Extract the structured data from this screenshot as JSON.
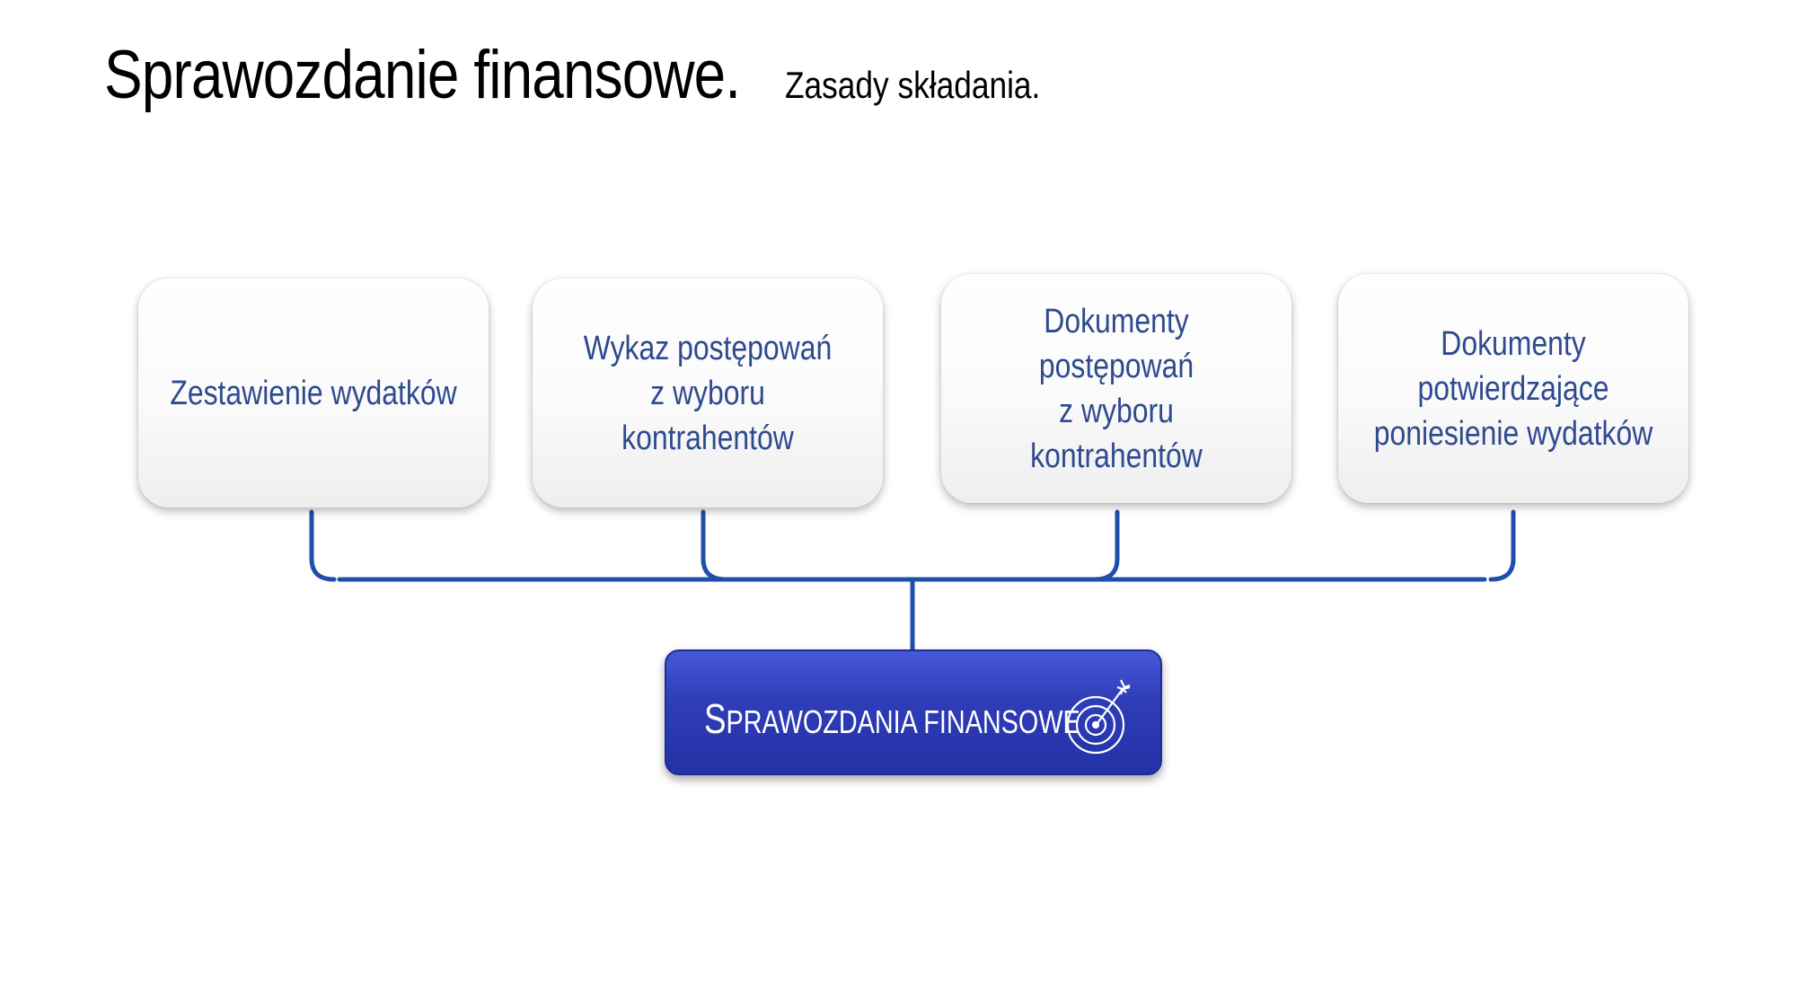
{
  "title": {
    "main": "Sprawozdanie finansowe.",
    "subtitle": "Zasady składania."
  },
  "cards": [
    {
      "text": "Zestawienie wydatków"
    },
    {
      "text": "Wykaz postępowań\nz wyboru kontrahentów"
    },
    {
      "text": "Dokumenty postępowań\nz wyboru kontrahentów"
    },
    {
      "text": "Dokumenty\npotwierdzające\nponiesienie wydatków"
    }
  ],
  "target": {
    "label_initial": "S",
    "label_rest": "PRAWOZDANIA FINANSOWE",
    "icon": "target-with-arrow-icon"
  },
  "colors": {
    "card_text": "#2e4a8f",
    "connector": "#1f4fa8",
    "target_fill": "#2f3db8",
    "target_text": "#ffffff"
  }
}
